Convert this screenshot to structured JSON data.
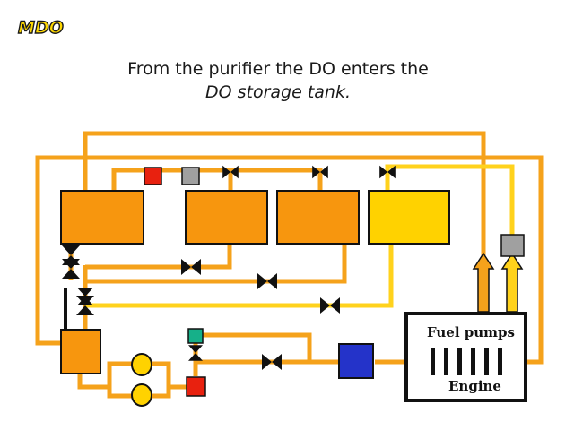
{
  "header": {
    "logo_text": "MDO",
    "caption_line1": "From the purifier the DO enters the",
    "caption_line2": "DO storage tank."
  },
  "engine": {
    "fuel_pumps_label": "Fuel pumps",
    "engine_label": "Engine"
  },
  "colors": {
    "pipe_orange": "#f5a21b",
    "pipe_yellow": "#ffd21c",
    "tank_orange": "#f7960e",
    "tank_yellow": "#ffd200",
    "pump_red": "#e8210f",
    "sensor_grey": "#a0a0a0",
    "heater_blue": "#2433c9",
    "filter_teal": "#16b089",
    "valve_black": "#111111"
  }
}
